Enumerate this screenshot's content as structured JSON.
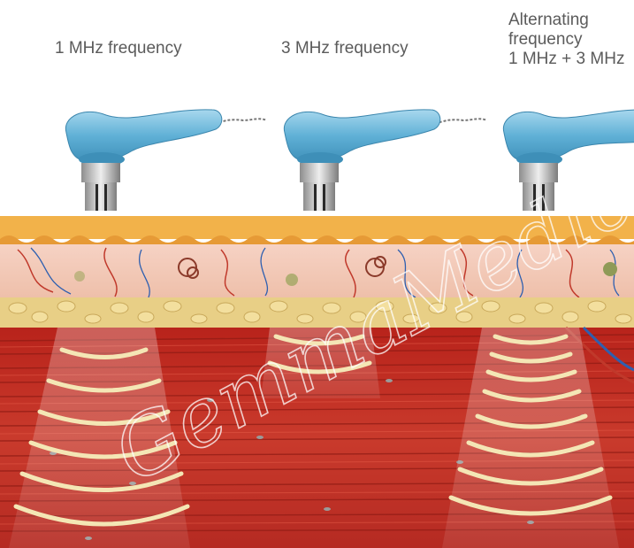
{
  "labels": {
    "freq_1mhz": "1 MHz frequency",
    "freq_3mhz": "3 MHz frequency",
    "alternating": {
      "line1": "Alternating",
      "line2": "frequency",
      "line3": "1 MHz + 3 MHz"
    }
  },
  "watermark": "GemmaMedical",
  "colors": {
    "background": "#ffffff",
    "probe_blue": "#6fb8d8",
    "probe_metal": "#c9c9c9",
    "epidermis": "#f2b24a",
    "dermis": "#f1c6b8",
    "fat": "#e8cf86",
    "muscle": "#c5291f",
    "wave": "#f4e6b5",
    "vessel_red": "#c0392b",
    "vessel_blue": "#2e5fb0"
  },
  "icons": {
    "probe": "ultrasound-probe-icon",
    "wave": "ultrasound-wave-arc"
  },
  "diagram": {
    "probes": [
      {
        "id": "probe-1mhz",
        "frequency": "1 MHz",
        "wave_count": 6,
        "depth": "deep"
      },
      {
        "id": "probe-3mhz",
        "frequency": "3 MHz",
        "wave_count": 2,
        "depth": "shallow"
      },
      {
        "id": "probe-alternating",
        "frequency": "1 MHz + 3 MHz",
        "wave_count": 8,
        "depth": "shallow and deep"
      }
    ],
    "layers": [
      "epidermis",
      "dermis",
      "subcutaneous fat",
      "muscle"
    ]
  }
}
